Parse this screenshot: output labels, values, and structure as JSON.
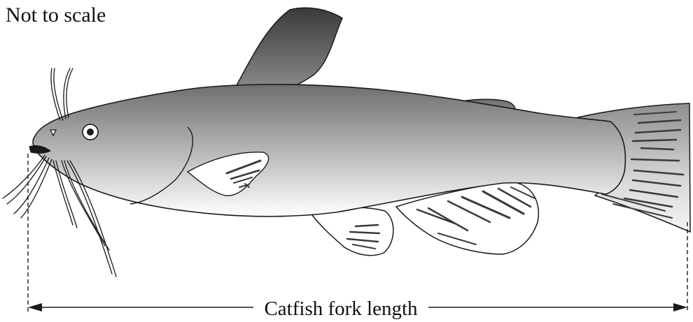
{
  "note": "Not to scale",
  "measurement": {
    "label": "Catfish fork length"
  },
  "colors": {
    "outline": "#1a1a1a",
    "body_dark": "#7a7a7a",
    "body_light": "#ffffff",
    "fin_dark": "#2f2f2f",
    "streak": "#3a3a3a"
  },
  "icons": [
    "catfish-illustration",
    "dimension-arrow"
  ]
}
